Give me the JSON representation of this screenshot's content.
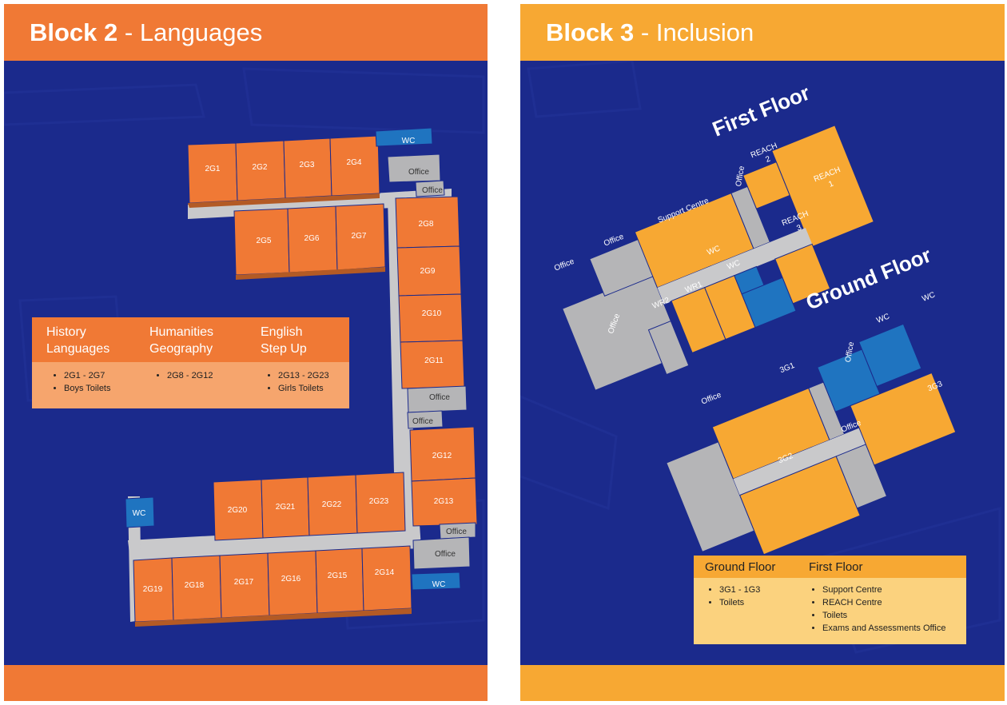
{
  "colors": {
    "navy": "#1b2a8c",
    "block2_orange": "#f07935",
    "block2_legend_body": "#f6a56d",
    "block3_amber": "#f7a833",
    "block3_legend_body": "#fbd27e",
    "wc_blue": "#1f74c0",
    "office_grey": "#b5b5b7",
    "corridor_grey": "#c9c9cb"
  },
  "block2": {
    "title_bold": "Block 2",
    "title_sep": " - ",
    "title_rest": "Languages",
    "rooms": {
      "g1": "2G1",
      "g2": "2G2",
      "g3": "2G3",
      "g4": "2G4",
      "g5": "2G5",
      "g6": "2G6",
      "g7": "2G7",
      "g8": "2G8",
      "g9": "2G9",
      "g10": "2G10",
      "g11": "2G11",
      "g12": "2G12",
      "g13": "2G13",
      "g14": "2G14",
      "g15": "2G15",
      "g16": "2G16",
      "g17": "2G17",
      "g18": "2G18",
      "g19": "2G19",
      "g20": "2G20",
      "g21": "2G21",
      "g22": "2G22",
      "g23": "2G23",
      "wc": "WC",
      "office": "Office"
    },
    "legend": {
      "columns": [
        {
          "line1": "History",
          "line2": "Languages",
          "items": [
            "2G1 - 2G7",
            "Boys Toilets"
          ]
        },
        {
          "line1": "Humanities",
          "line2": "Geography",
          "items": [
            "2G8 - 2G12"
          ]
        },
        {
          "line1": "English",
          "line2": "Step Up",
          "items": [
            "2G13 - 2G23",
            "Girls Toilets"
          ]
        }
      ]
    }
  },
  "block3": {
    "title_bold": "Block 3",
    "title_sep": " - ",
    "title_rest": "Inclusion",
    "floors": {
      "first": "First Floor",
      "ground": "Ground Floor"
    },
    "rooms": {
      "support": "Support Centre",
      "reach1_a": "REACH",
      "reach1_b": "1",
      "reach2_a": "REACH",
      "reach2_b": "2",
      "reach3_a": "REACH",
      "reach3_b": "3",
      "wr1": "WR1",
      "wr2": "WR2",
      "wc": "WC",
      "office": "Office",
      "g1": "3G1",
      "g2": "3G2",
      "g3": "3G3"
    },
    "legend": {
      "ground_head": "Ground Floor",
      "first_head": "First Floor",
      "ground_items": [
        "3G1 - 1G3",
        "Toilets"
      ],
      "first_items": [
        "Support Centre",
        "REACH Centre",
        "Toilets",
        "Exams and Assessments Office"
      ]
    }
  }
}
